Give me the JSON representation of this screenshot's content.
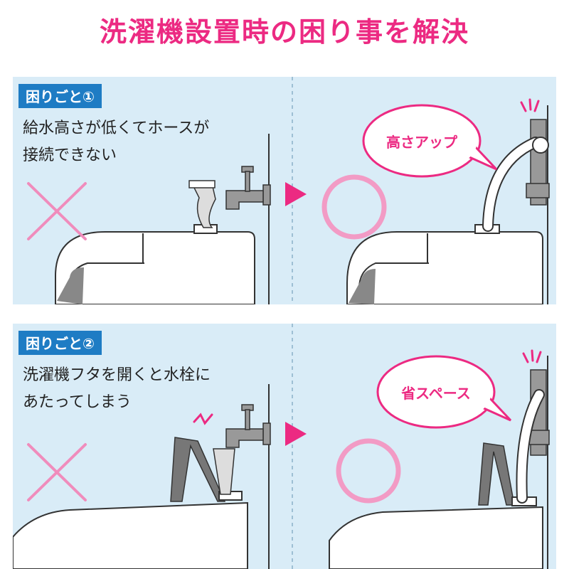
{
  "title": "洗濯機設置時の困り事を解決",
  "colors": {
    "accent_pink": "#ec2a82",
    "tag_blue": "#1e7cc4",
    "panel_bg": "#d9ecf7",
    "cross_pink": "#f08cbc",
    "circle_pink": "#f29bc5"
  },
  "problems": [
    {
      "tag": "困りごと①",
      "description": "給水高さが低くてホースが\n接続できない",
      "solution_bubble": "高さアップ"
    },
    {
      "tag": "困りごと②",
      "description": "洗濯機フタを開くと水栓に\nあたってしまう",
      "solution_bubble": "省スペース"
    }
  ],
  "icons": [
    "cross-icon",
    "arrow-right-icon",
    "circle-icon",
    "faucet-icon",
    "elevated-faucet-icon",
    "alert-lines-icon"
  ]
}
